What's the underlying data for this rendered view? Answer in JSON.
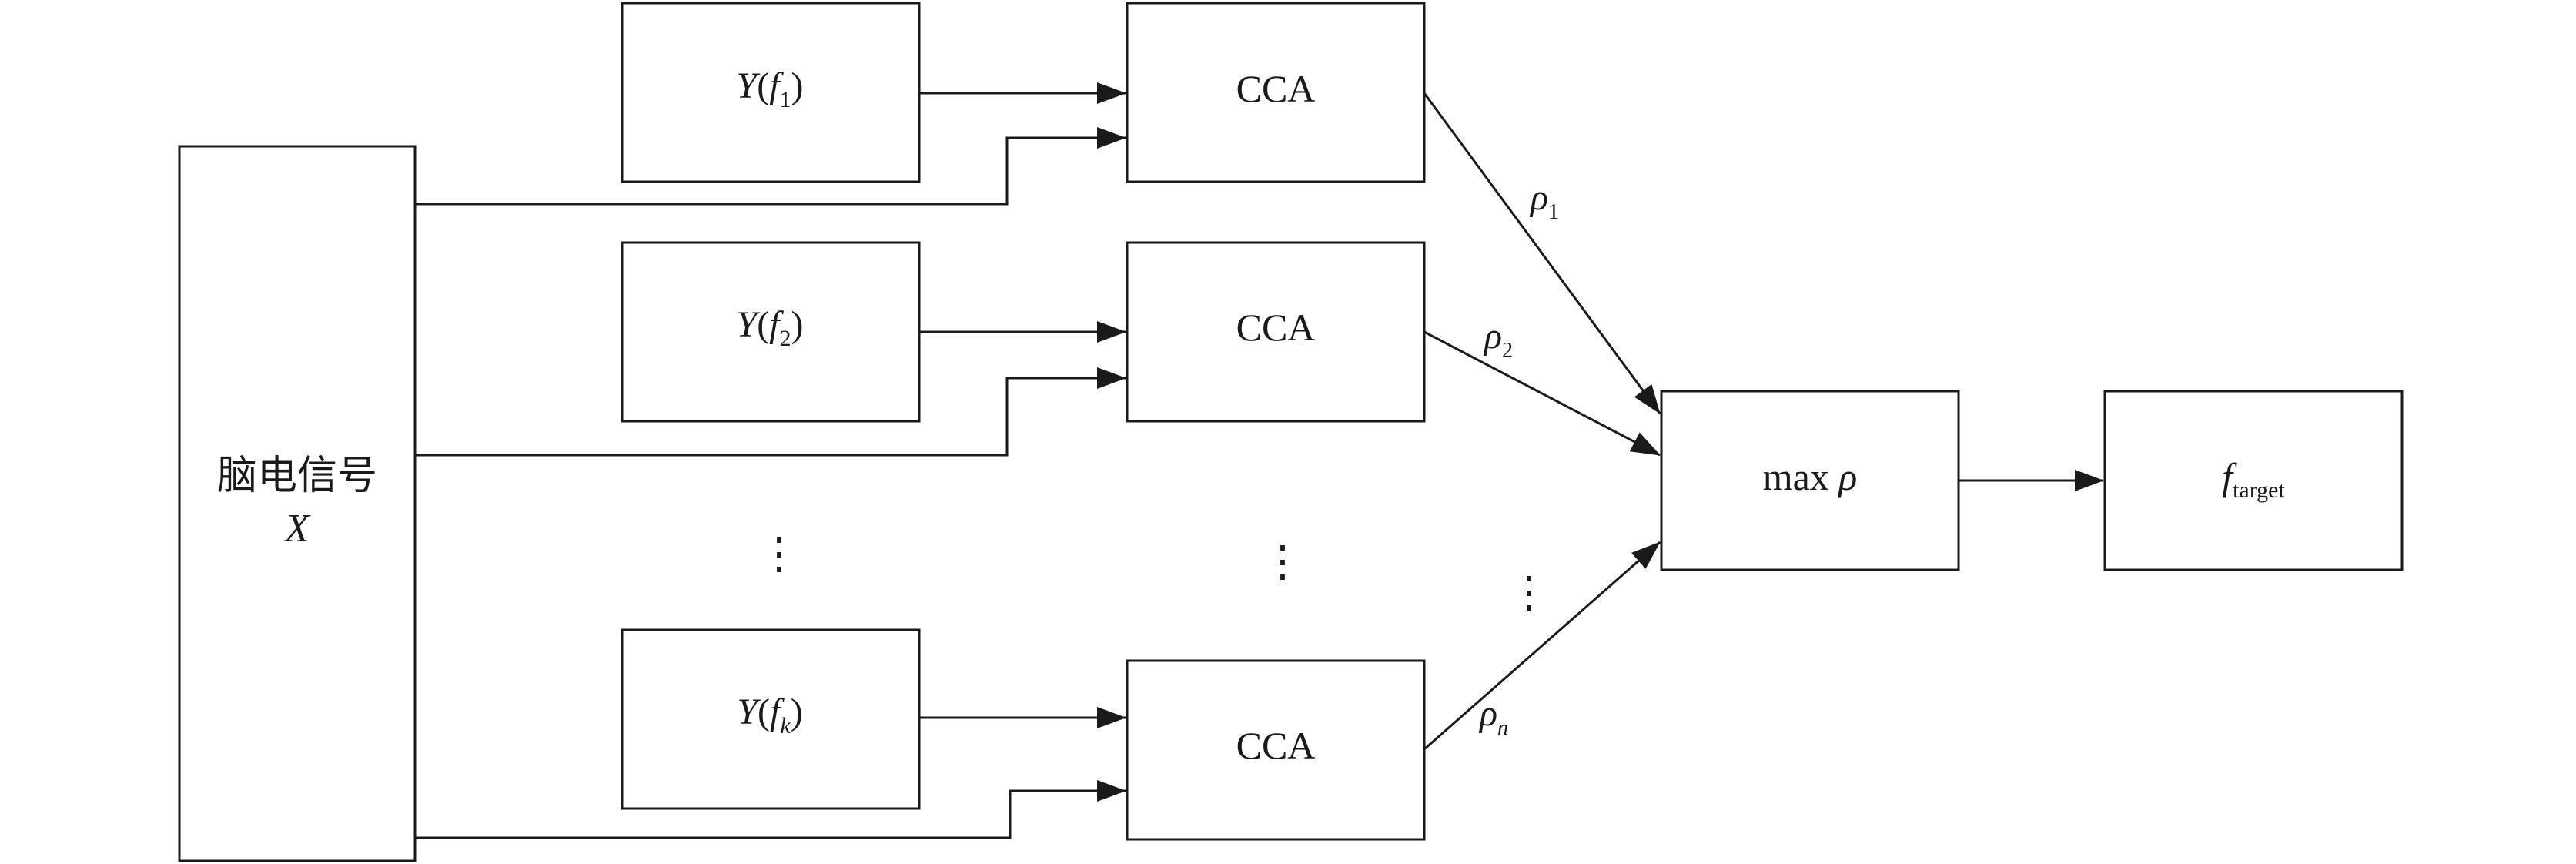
{
  "input_box": {
    "line1": "脑电信号",
    "line2": "X"
  },
  "reference_boxes": [
    {
      "symbol": "Y",
      "func": "f",
      "sub": "1"
    },
    {
      "symbol": "Y",
      "func": "f",
      "sub": "2"
    },
    {
      "symbol": "Y",
      "func": "f",
      "sub": "k"
    }
  ],
  "cca_boxes": [
    {
      "label": "CCA"
    },
    {
      "label": "CCA"
    },
    {
      "label": "CCA"
    }
  ],
  "rho_labels": [
    {
      "symbol": "ρ",
      "sub": "1"
    },
    {
      "symbol": "ρ",
      "sub": "2"
    },
    {
      "symbol": "ρ",
      "sub": "n"
    }
  ],
  "max_box": {
    "prefix": "max",
    "symbol": "ρ"
  },
  "output_box": {
    "symbol": "f",
    "sub": "target"
  },
  "ellipsis": "⋮"
}
